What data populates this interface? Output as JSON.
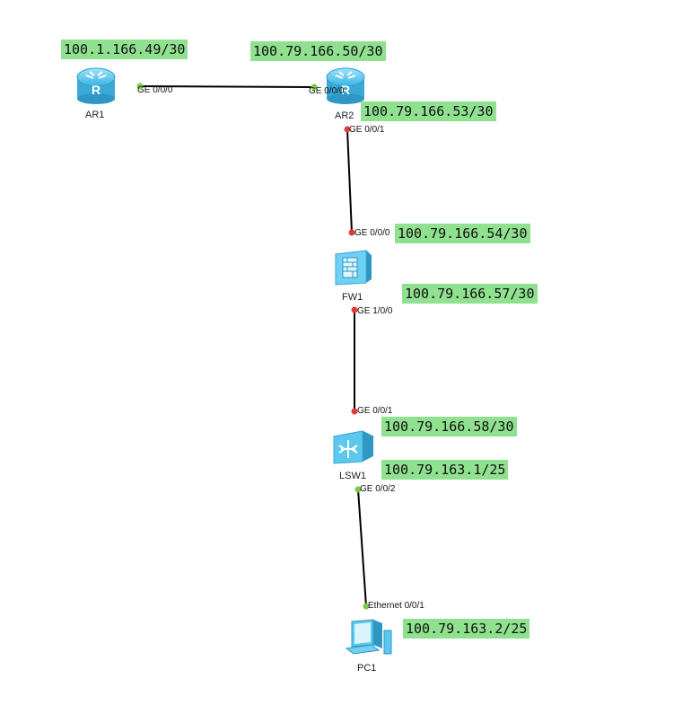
{
  "colors": {
    "label_bg": "#8fe08f",
    "link": "#000000",
    "port_up": "#7ac943",
    "port_down": "#e53935",
    "device_blue": "#5cc8ee"
  },
  "devices": {
    "ar1": {
      "name": "AR1",
      "icon": "router-icon"
    },
    "ar2": {
      "name": "AR2",
      "icon": "router-icon"
    },
    "fw1": {
      "name": "FW1",
      "icon": "firewall-icon"
    },
    "lsw1": {
      "name": "LSW1",
      "icon": "switch-icon"
    },
    "pc1": {
      "name": "PC1",
      "icon": "pc-icon"
    }
  },
  "ports": {
    "ar1_ge000": {
      "label": "GE 0/0/0",
      "status": "up"
    },
    "ar2_ge000": {
      "label": "GE 0/0/0",
      "status": "up"
    },
    "ar2_ge001": {
      "label": "GE 0/0/1",
      "status": "down"
    },
    "fw1_ge000": {
      "label": "GE 0/0/0",
      "status": "down"
    },
    "fw1_ge100": {
      "label": "GE 1/0/0",
      "status": "down"
    },
    "lsw1_ge001": {
      "label": "GE 0/0/1",
      "status": "down"
    },
    "lsw1_ge002": {
      "label": "GE 0/0/2",
      "status": "up"
    },
    "pc1_eth001": {
      "label": "Ethernet 0/0/1",
      "status": "up"
    }
  },
  "ip_labels": {
    "ar1": "100.1.166.49/30",
    "ar2_ge000": "100.79.166.50/30",
    "ar2_ge001": "100.79.166.53/30",
    "fw1_ge000": "100.79.166.54/30",
    "fw1_ge100": "100.79.166.57/30",
    "lsw1_ge001": "100.79.166.58/30",
    "lsw1_vlan": "100.79.163.1/25",
    "pc1": "100.79.163.2/25"
  }
}
